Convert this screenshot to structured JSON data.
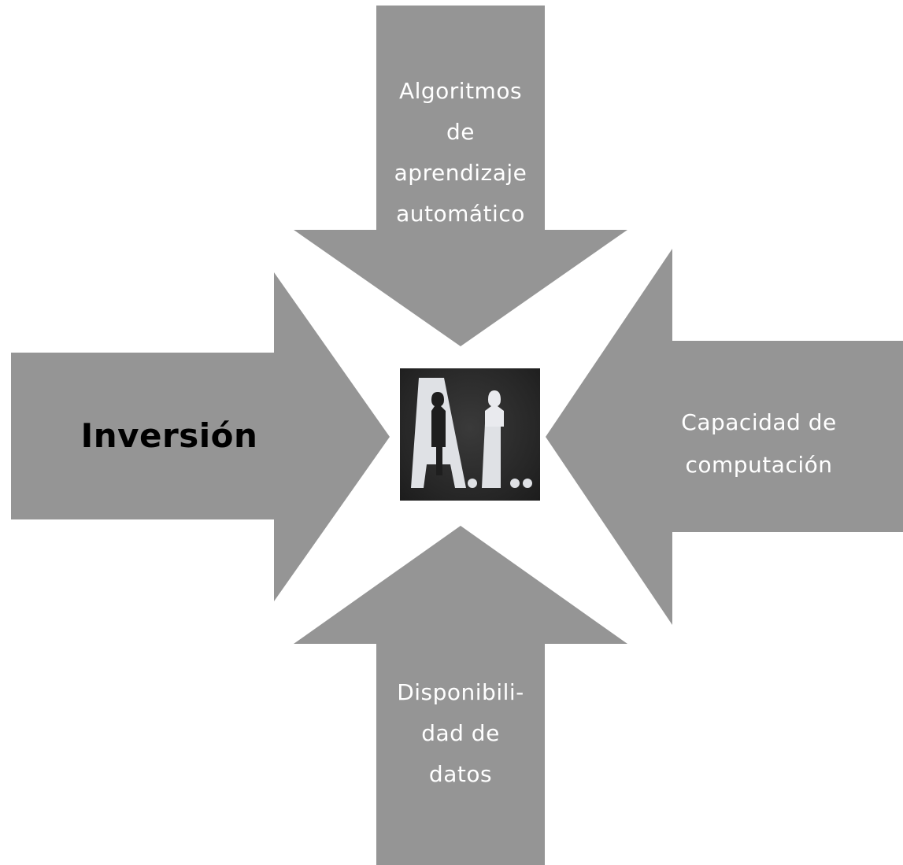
{
  "diagram": {
    "arrow_color": "#959595",
    "arrows": {
      "top": {
        "label": "Algoritmos\nde\naprendizaje\nautomático",
        "direction": "down"
      },
      "left": {
        "label": "Inversión",
        "direction": "right"
      },
      "right": {
        "label": "Capacidad de\ncomputación",
        "direction": "left"
      },
      "bottom": {
        "label": "Disponibili-\ndad de\ndatos",
        "direction": "up"
      }
    },
    "center": {
      "logo_text": "A.I.",
      "logo_icon": "ai-movie-logo-icon"
    }
  }
}
